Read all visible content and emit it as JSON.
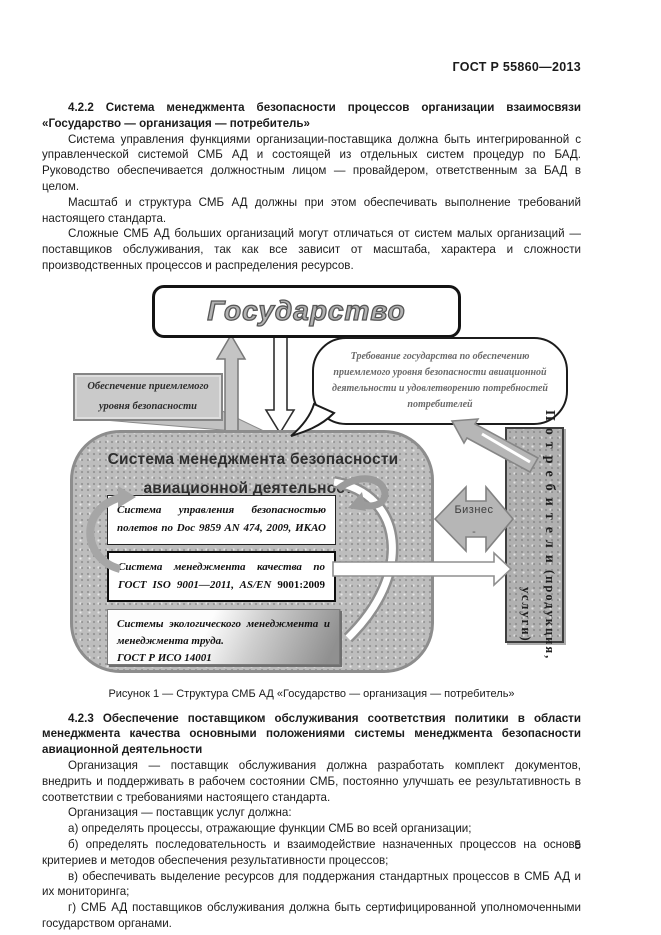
{
  "doc": {
    "header": "ГОСТ Р 55860—2013",
    "page_number": "5"
  },
  "s422": {
    "heading": "4.2.2 Система менеджмента безопасности процессов организации взаимосвязи «Государство — организация — потребитель»",
    "p1": "Система управления функциями организации-поставщика должна быть интегрированной с управленческой системой СМБ АД и состоящей из отдельных систем процедур по БАД. Руководство обеспечивается должностным лицом — провайдером, ответственным за БАД в целом.",
    "p2": "Масштаб и структура СМБ АД должны при этом обеспечивать выполнение требований настоящего стандарта.",
    "p3": "Сложные СМБ АД больших организаций могут отличаться от систем малых организаций — поставщиков обслуживания, так как все зависит от масштаба, характера и сложности производственных процессов и распределения ресурсов."
  },
  "figure": {
    "caption": "Рисунок 1 — Структура СМБ АД «Государство — организация — потребитель»",
    "state": "Государство",
    "assurance": "Обеспечение приемлемого уровня безопасности",
    "cloud": "Требование государства по обеспечению приемлемого уровня безопасности авиационной деятельности и удовлетворению потребностей потребителей",
    "smb_title_1": "Система менеджмента безопасности",
    "smb_title_2": "авиационной деятельности организации",
    "box1_l1": "Система управления безопасностью",
    "box1_l2": "полетов по Doc 9859 AN 474, 2009, ИКАО",
    "box2_l1": "Система менеджмента качества по",
    "box2_l2a": "ГОСТ ISO 9001—2011, AS/EN",
    "box2_l2b": "9001:2009",
    "box3_l1": "Системы экологического менеджмента и",
    "box3_l2": "менеджмента труда.",
    "box3_l3": "ГОСТ Р ИСО 14001",
    "business": "Бизнес",
    "business_dash": "-",
    "consumers": "Потребители",
    "consumers_sub": "(продукция, услуги)"
  },
  "s423": {
    "heading": "4.2.3 Обеспечение поставщиком обслуживания соответствия политики в области менеджмента качества основными положениями системы менеджмента безопасности авиационной деятельности",
    "p1": "Организация — поставщик обслуживания должна разработать комплект документов, внедрить и поддерживать в рабочем состоянии СМБ, постоянно улучшать ее результативность в соответствии с требованиями настоящего стандарта.",
    "p2": "Организация — поставщик услуг должна:",
    "items": [
      "а) определять процессы, отражающие функции СМБ во всей организации;",
      "б) определять последовательность и взаимодействие назначенных процессов на основе критериев и методов обеспечения результативности процессов;",
      "в) обеспечивать выделение ресурсов для поддержания стандартных процессов в СМБ АД и их мониторинга;",
      "г) СМБ АД поставщиков обслуживания должна быть сертифицированной уполномоченными государством органами."
    ]
  }
}
